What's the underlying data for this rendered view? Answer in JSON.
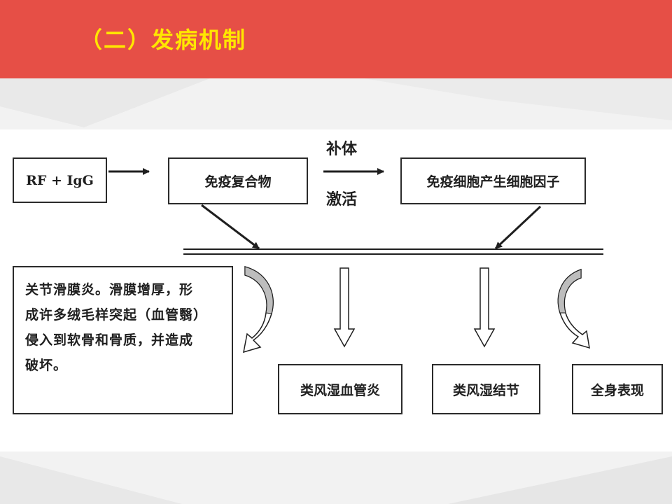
{
  "header": {
    "title": "（二）发病机制"
  },
  "colors": {
    "header_bg": "#e64f46",
    "title": "#ffe600",
    "line": "#1f1f1f"
  },
  "diagram": {
    "rf_igg": "RF + IgG",
    "immune_complex": "免疫复合物",
    "complement_top": "补体",
    "complement_bottom": "激活",
    "cytokines": "免疫细胞产生细胞因子",
    "description_lines": [
      "关节滑膜炎。滑膜增厚，形",
      "成许多绒毛样突起（血管翳）",
      "侵入到软骨和骨质，并造成",
      "破坏。"
    ],
    "vasculitis": "类风湿血管炎",
    "nodules": "类风湿结节",
    "systemic": "全身表现"
  }
}
